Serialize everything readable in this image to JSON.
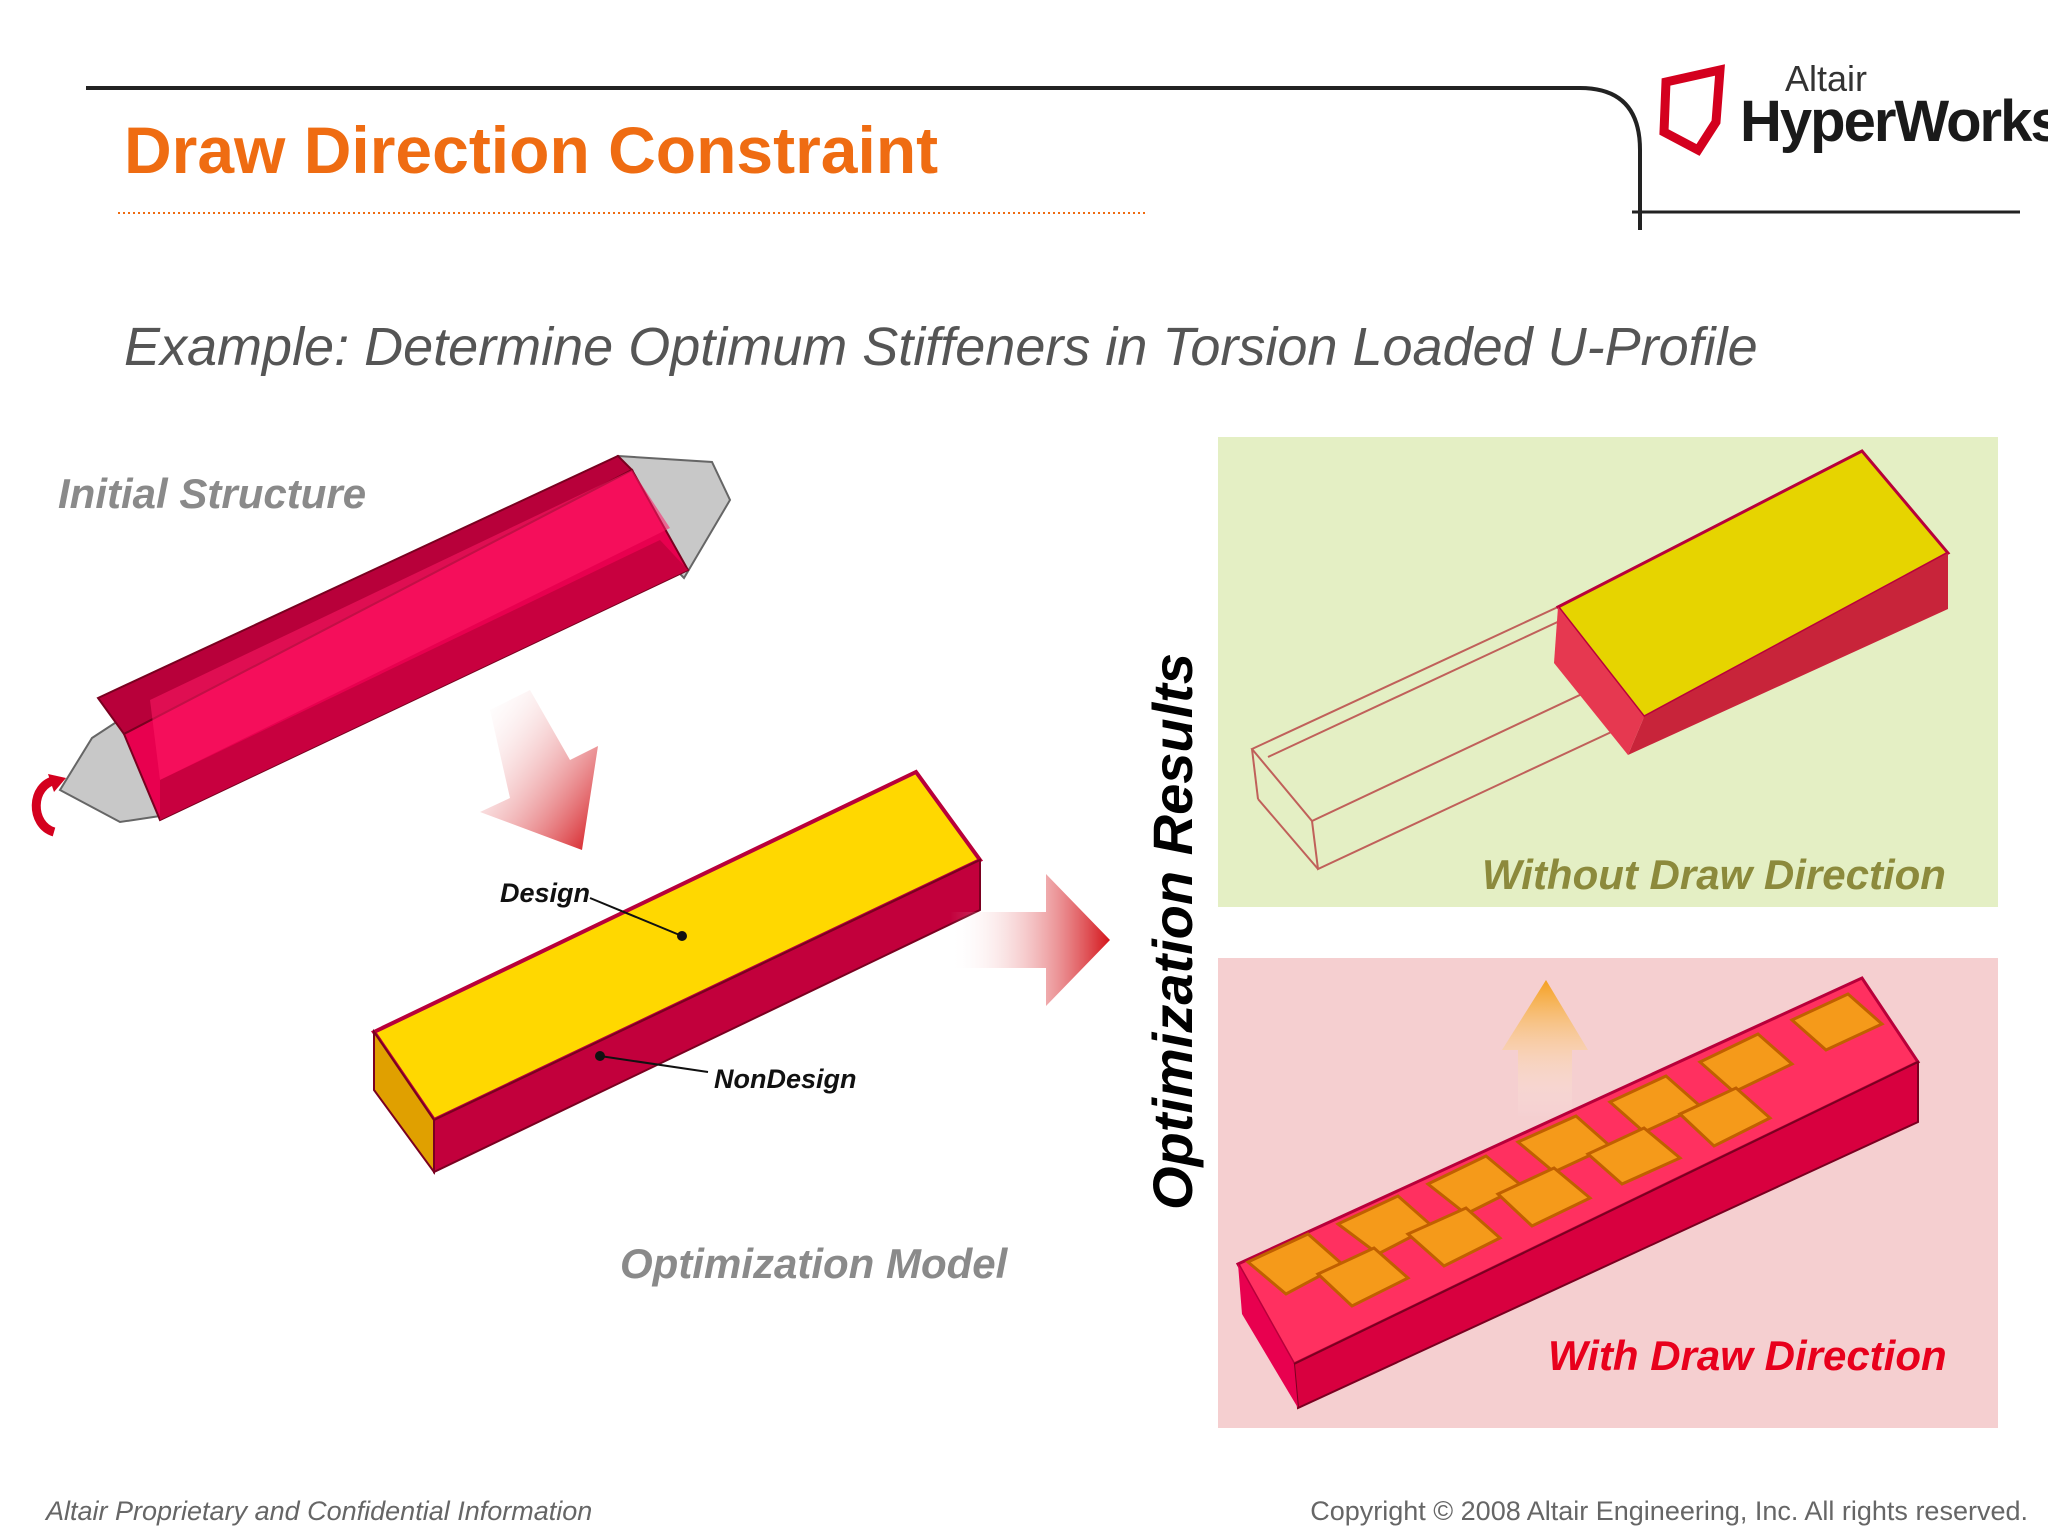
{
  "header": {
    "title": "Draw Direction Constraint",
    "logo": {
      "altair_text": "Altair",
      "hyperworks_text": "HyperWorks",
      "icon": "altair-logo-icon"
    }
  },
  "subtitle": "Example: Determine Optimum Stiffeners in Torsion Loaded U-Profile",
  "figures": {
    "initial_structure_label": "Initial Structure",
    "optimization_model_label": "Optimization Model",
    "design_label": "Design",
    "nondesign_label": "NonDesign",
    "optimization_results_label": "Optimization Results",
    "without_draw_direction_label": "Without Draw Direction",
    "with_draw_direction_label": "With Draw Direction"
  },
  "colors": {
    "title_orange": "#ef6c12",
    "profile_red": "#d4003f",
    "design_yellow": "#f5d000",
    "panel_green": "#e4efc4",
    "panel_pink": "#f5cfd0",
    "with_draw_red": "#e8001c",
    "without_draw_olive": "#8a8a3a"
  },
  "footer": {
    "left": "Altair Proprietary and Confidential Information",
    "right": "Copyright © 2008 Altair Engineering, Inc. All rights reserved."
  }
}
